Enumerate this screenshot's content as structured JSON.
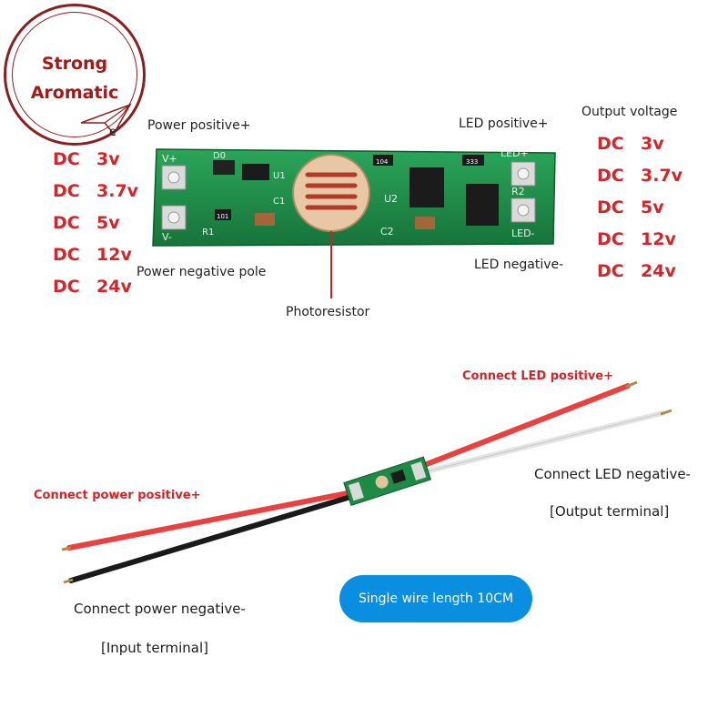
{
  "logo": {
    "line1": "Strong",
    "line2": "Aromatic"
  },
  "labels": {
    "power_positive": "Power positive+",
    "power_negative": "Power negative pole",
    "photoresistor": "Photoresistor",
    "led_positive": "LED positive+",
    "led_negative": "LED negative-",
    "output_voltage": "Output voltage",
    "input_voltage_partial": "e"
  },
  "input_voltages": [
    {
      "prefix": "DC",
      "value": "3v"
    },
    {
      "prefix": "DC",
      "value": "3.7v"
    },
    {
      "prefix": "DC",
      "value": "5v"
    },
    {
      "prefix": "DC",
      "value": "12v"
    },
    {
      "prefix": "DC",
      "value": "24v"
    }
  ],
  "output_voltages": [
    {
      "prefix": "DC",
      "value": "3v"
    },
    {
      "prefix": "DC",
      "value": "3.7v"
    },
    {
      "prefix": "DC",
      "value": "5v"
    },
    {
      "prefix": "DC",
      "value": "12v"
    },
    {
      "prefix": "DC",
      "value": "24v"
    }
  ],
  "pcb_silkscreen": {
    "v_plus": "V+",
    "v_minus": "V-",
    "d0": "D0",
    "r1": "R1",
    "u1": "U1",
    "c1": "C1",
    "u2": "U2",
    "c2": "C2",
    "r2": "R2",
    "led_plus": "LED+",
    "led_minus": "LED-",
    "r1_part": "101",
    "r2_part": "333",
    "r3_part": "104"
  },
  "wiring": {
    "connect_led_positive": "Connect LED positive+",
    "connect_led_negative": "Connect LED negative-",
    "output_terminal": "[Output terminal]",
    "connect_power_positive": "Connect power positive+",
    "connect_power_negative": "Connect power negative-",
    "input_terminal": "[Input terminal]",
    "wire_length": "Single wire length 10CM"
  },
  "colors": {
    "pcb_green": "#1f8a46",
    "red_text": "#d3252a",
    "pill_blue": "#0a8ee0",
    "wire_red": "#e8413f",
    "wire_black": "#1a1a1a",
    "wire_white": "#e9e9e9"
  }
}
